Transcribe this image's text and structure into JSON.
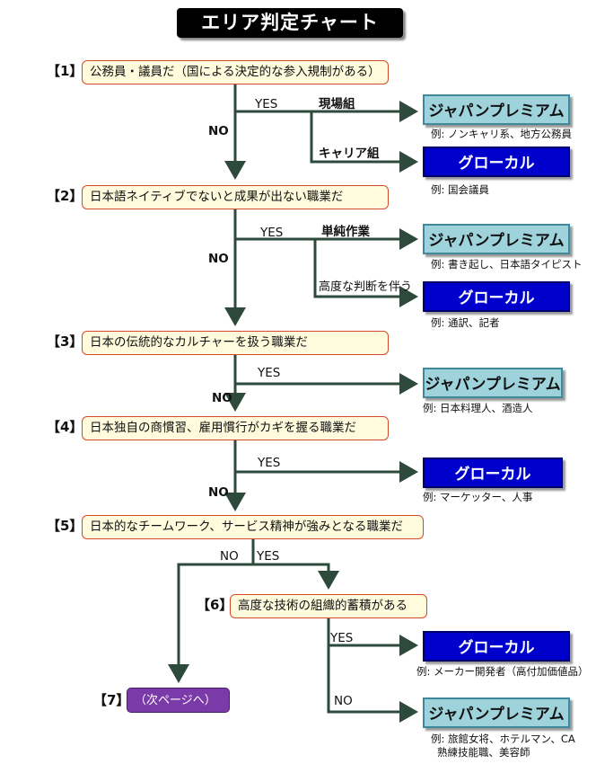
{
  "title": "エリア判定チャート",
  "questions": [
    {
      "label": "【1】",
      "text": "公務員・議員だ（国による決定的な参入規制がある）"
    },
    {
      "label": "【2】",
      "text": "日本語ネイティブでないと成果が出ない職業だ"
    },
    {
      "label": "【3】",
      "text": "日本の伝統的なカルチャーを扱う職業だ"
    },
    {
      "label": "【4】",
      "text": "日本独自の商慣習、雇用慣行がカギを握る職業だ"
    },
    {
      "label": "【5】",
      "text": "日本的なチームワーク、サービス精神が強みとなる職業だ"
    },
    {
      "label": "【6】",
      "text": "高度な技術の組織的蓄積がある"
    },
    {
      "label": "【7】",
      "text": "（次ページへ）"
    }
  ],
  "edge_labels": {
    "yes": "YES",
    "no": "NO",
    "genba": "現場組",
    "career": "キャリア組",
    "tanjun": "単純作業",
    "kodo": "高度な判断を伴う"
  },
  "results": [
    {
      "text": "ジャパンプレミアム",
      "type": "japan",
      "example": "例: ノンキャリ系、地方公務員"
    },
    {
      "text": "グローカル",
      "type": "glocal",
      "example": "例: 国会議員"
    },
    {
      "text": "ジャパンプレミアム",
      "type": "japan",
      "example": "例: 書き起し、日本語タイピスト"
    },
    {
      "text": "グローカル",
      "type": "glocal",
      "example": "例: 通訳、記者"
    },
    {
      "text": "ジャパンプレミアム",
      "type": "japan",
      "example": "例: 日本料理人、酒造人"
    },
    {
      "text": "グローカル",
      "type": "glocal",
      "example": "例: マーケッター、人事"
    },
    {
      "text": "グローカル",
      "type": "glocal",
      "example": "例: メーカー開発者（高付加価値品）"
    },
    {
      "text": "ジャパンプレミアム",
      "type": "japan",
      "example": "例: 旅館女将、ホテルマン、CA",
      "example2": "熟練技能職、美容師"
    }
  ],
  "colors": {
    "arrow": "#2e4a3c",
    "question_fill": "#fffbdc",
    "question_border": "#d24a2a",
    "japan_fill": "#9fd3dc",
    "glocal_fill": "#0000cc",
    "next_fill": "#7a3aa8"
  }
}
